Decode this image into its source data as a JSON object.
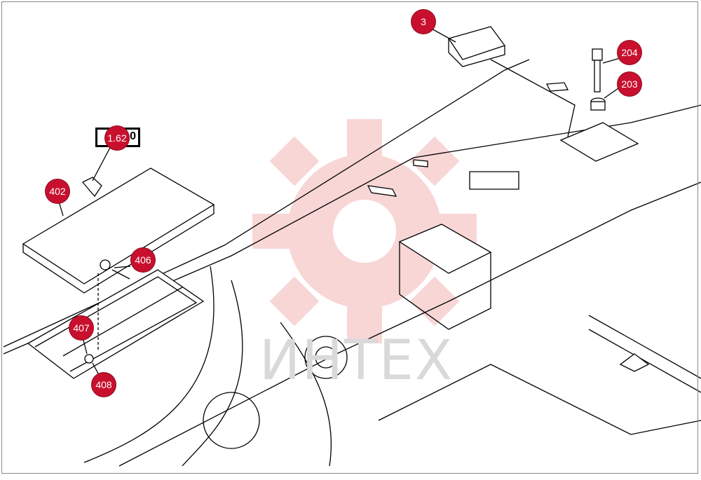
{
  "watermark": {
    "text": "ИНТЕХ",
    "color": "#f2b7b7"
  },
  "reference": {
    "label": "1.62",
    "trailing_text": "0"
  },
  "callouts": [
    {
      "id": "3",
      "label": "3"
    },
    {
      "id": "204",
      "label": "204"
    },
    {
      "id": "203",
      "label": "203"
    },
    {
      "id": "402",
      "label": "402"
    },
    {
      "id": "406",
      "label": "406"
    },
    {
      "id": "407",
      "label": "407"
    },
    {
      "id": "408",
      "label": "408"
    }
  ],
  "colors": {
    "callout": "#c8102e",
    "line": "#000000",
    "gear": "#f4c4c4"
  }
}
